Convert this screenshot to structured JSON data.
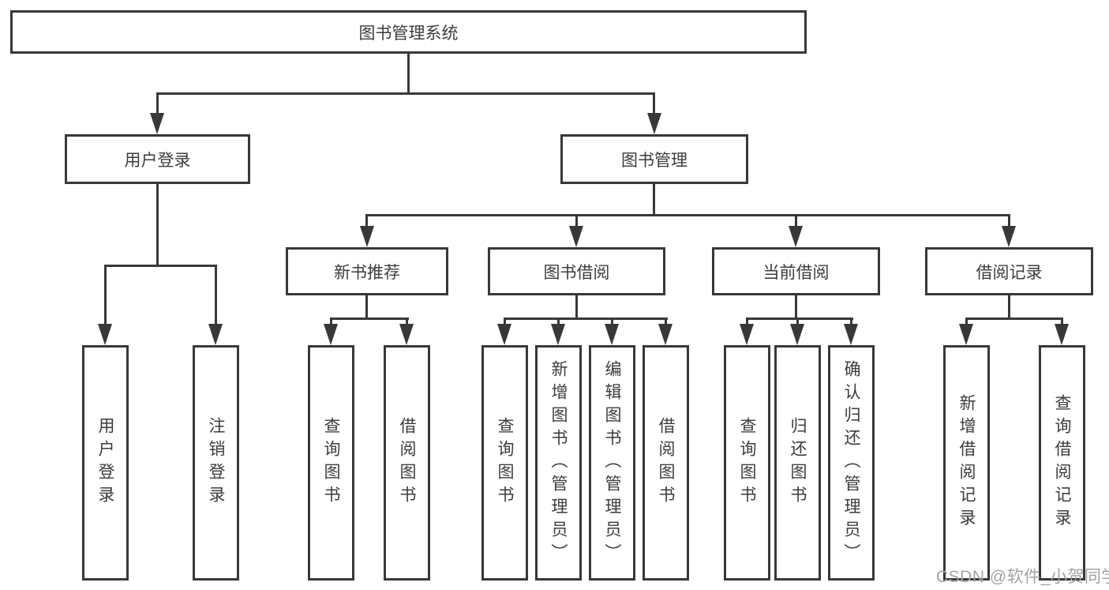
{
  "diagram": {
    "root": {
      "label": "图书管理系统"
    },
    "branches": [
      {
        "label": "用户登录",
        "children": [
          {
            "label": "用户登录"
          },
          {
            "label": "注销登录"
          }
        ]
      },
      {
        "label": "图书管理",
        "children": [
          {
            "label": "新书推荐",
            "children": [
              {
                "label": "查询图书"
              },
              {
                "label": "借阅图书"
              }
            ]
          },
          {
            "label": "图书借阅",
            "children": [
              {
                "label": "查询图书"
              },
              {
                "label": "新增图书（管理员）"
              },
              {
                "label": "编辑图书（管理员）"
              },
              {
                "label": "借阅图书"
              }
            ]
          },
          {
            "label": "当前借阅",
            "children": [
              {
                "label": "查询图书"
              },
              {
                "label": "归还图书"
              },
              {
                "label": "确认归还（管理员）"
              }
            ]
          },
          {
            "label": "借阅记录",
            "children": [
              {
                "label": "新增借阅记录"
              },
              {
                "label": "查询借阅记录"
              }
            ]
          }
        ]
      }
    ],
    "watermark": "CSDN @软件_小贺同学",
    "colors": {
      "line": "#383838",
      "text": "#3c3c3c",
      "watermark": "#a3a3a3",
      "background": "#ffffff"
    }
  }
}
